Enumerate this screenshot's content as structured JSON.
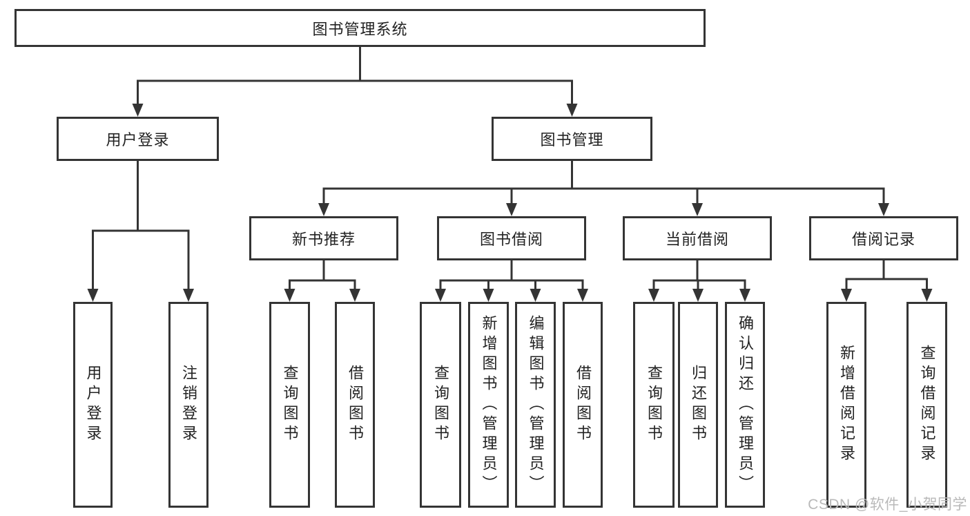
{
  "diagram": {
    "root": "图书管理系统",
    "level1": {
      "user_login": "用户登录",
      "book_mgmt": "图书管理"
    },
    "level2": {
      "new_books": "新书推荐",
      "borrow": "图书借阅",
      "current": "当前借阅",
      "records": "借阅记录"
    },
    "leaves": {
      "user_login": [
        "用户登录",
        "注销登录"
      ],
      "new_books": [
        "查询图书",
        "借阅图书"
      ],
      "borrow": [
        "查询图书",
        "新增图书（管理员）",
        "编辑图书（管理员）",
        "借阅图书"
      ],
      "current": [
        "查询图书",
        "归还图书",
        "确认归还（管理员）"
      ],
      "records": [
        "新增借阅记录",
        "查询借阅记录"
      ]
    }
  },
  "watermark": "CSDN @软件_小贺同学",
  "colors": {
    "line": "#343434",
    "text": "#222222",
    "box_bg": "#ffffff",
    "background": "#ffffff",
    "watermark": "#b9b9b9"
  }
}
